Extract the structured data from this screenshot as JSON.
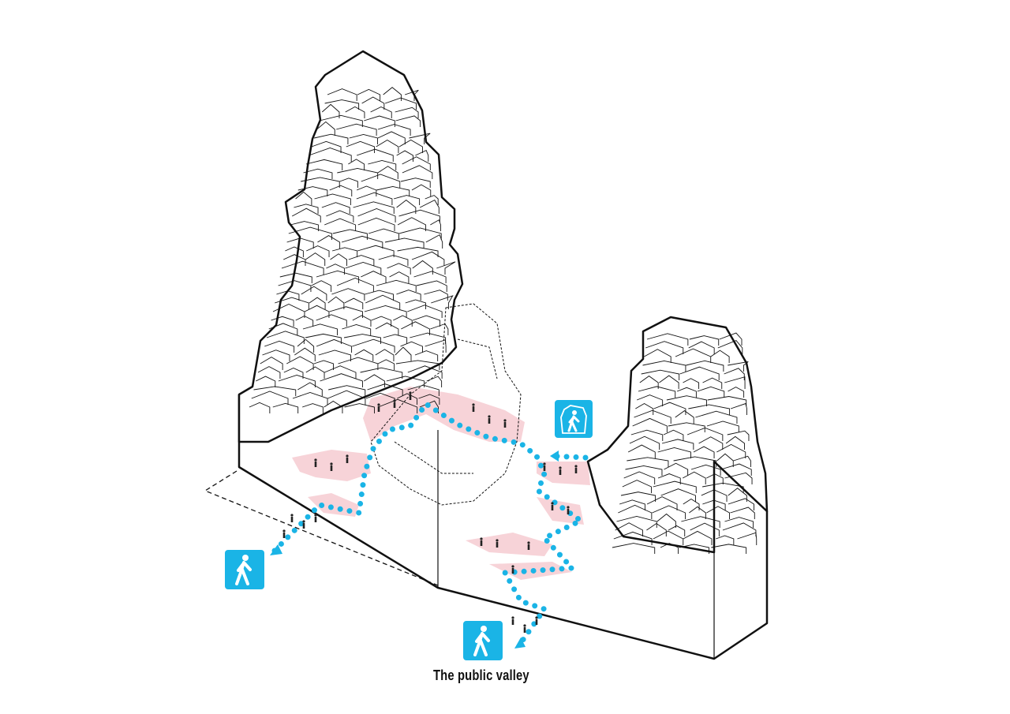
{
  "caption": "The public valley",
  "colors": {
    "path": "#1ab4e6",
    "terrace": "#f7d3d8",
    "line": "#111111"
  },
  "icons": [
    {
      "name": "pedestrian-exit-icon-left"
    },
    {
      "name": "pedestrian-exit-icon-bottom"
    },
    {
      "name": "pedestrian-entry-valley-icon"
    }
  ]
}
